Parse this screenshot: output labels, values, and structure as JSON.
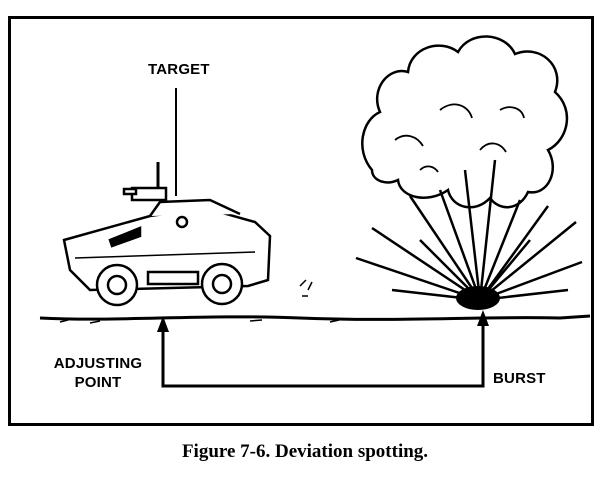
{
  "figure": {
    "labels": {
      "target": "TARGET",
      "adjusting_point_line1": "ADJUSTING",
      "adjusting_point_line2": "POINT",
      "burst": "BURST"
    },
    "caption": "Figure 7-6. Deviation spotting."
  }
}
